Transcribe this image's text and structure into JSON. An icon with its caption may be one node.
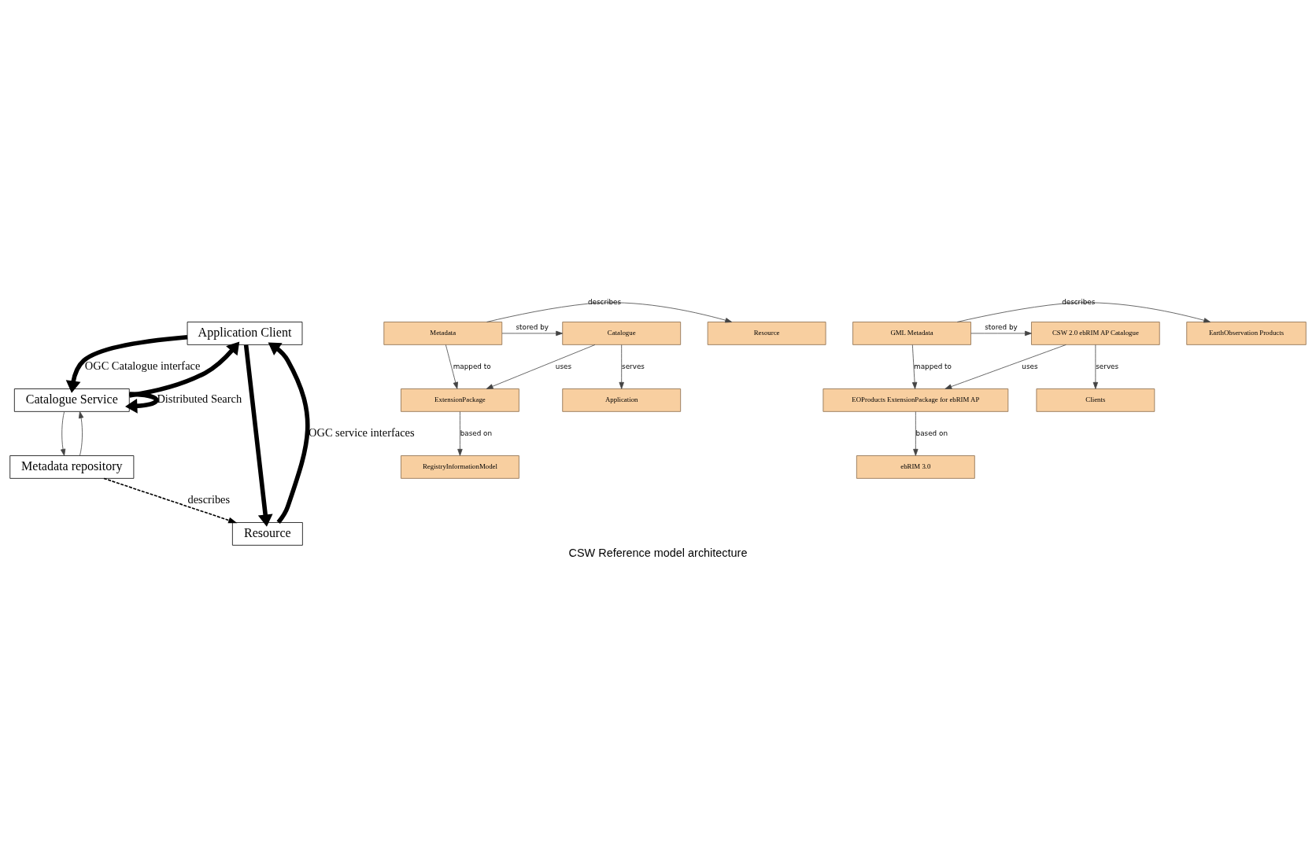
{
  "diagram": {
    "caption": "CSW Reference model architecture",
    "nodes": [
      {
        "text": [
          "Application Client"
        ]
      },
      {
        "text": [
          "Catalogue Service"
        ]
      },
      {
        "text": [
          "Metadata repository"
        ]
      },
      {
        "text": [
          "Resource"
        ]
      },
      {
        "text": [
          "Application"
        ]
      },
      {
        "text": [
          "Resource"
        ]
      },
      {
        "text": [
          "Metadata"
        ]
      },
      {
        "text": [
          "Catalogue"
        ]
      },
      {
        "text": [
          "ExtensionPackage"
        ]
      },
      {
        "text": [
          "RegistryInformationModel"
        ]
      },
      {
        "text": [
          "Clients"
        ]
      },
      {
        "text": [
          "EarthObservation Products"
        ]
      },
      {
        "text": [
          "GML Metadata"
        ]
      },
      {
        "text": [
          "CSW 2.0 ebRIM AP Catalogue"
        ]
      },
      {
        "text": [
          "EOProducts ExtensionPackage for ebRIM AP"
        ]
      },
      {
        "text": [
          "ebRIM 3.0"
        ]
      }
    ],
    "edges": [
      {
        "from": 0,
        "to": 1,
        "arrow": "to",
        "style": "thick",
        "label": "OGC Catalogue interface"
      },
      {
        "from": 1,
        "to": 0,
        "arrow": "to",
        "style": "thick"
      },
      {
        "from": 1,
        "to": 1,
        "arrow": "to",
        "style": "thick",
        "label": "Distributed Search"
      },
      {
        "from": 1,
        "to": 2,
        "arrow": "to"
      },
      {
        "from": 2,
        "to": 1,
        "arrow": "to"
      },
      {
        "from": 2,
        "to": 3,
        "arrow": "to",
        "style": "dashed",
        "label": "describes"
      },
      {
        "from": 3,
        "to": 0,
        "arrow": "to",
        "style": "thick",
        "label": "OGC service interfaces"
      },
      {
        "from": 0,
        "to": 3,
        "arrow": "to",
        "style": "thick"
      },
      {
        "from": 7,
        "to": 4,
        "arrow": "to",
        "label": "serves"
      },
      {
        "from": 6,
        "to": 5,
        "arrow": "to",
        "label": "describes"
      },
      {
        "from": 6,
        "to": 7,
        "arrow": "to",
        "label": "stored by"
      },
      {
        "from": 7,
        "to": 8,
        "arrow": "to",
        "label": "uses"
      },
      {
        "from": 6,
        "to": 8,
        "arrow": "to",
        "label": "mapped to"
      },
      {
        "from": 8,
        "to": 9,
        "arrow": "to",
        "label": "based on"
      },
      {
        "from": 13,
        "to": 10,
        "arrow": "to",
        "label": "serves"
      },
      {
        "from": 12,
        "to": 11,
        "arrow": "to",
        "label": "describes"
      },
      {
        "from": 12,
        "to": 13,
        "arrow": "to",
        "label": "stored by"
      },
      {
        "from": 13,
        "to": 14,
        "arrow": "to",
        "label": "uses"
      },
      {
        "from": 12,
        "to": 14,
        "arrow": "to",
        "label": "mapped to"
      },
      {
        "from": 14,
        "to": 15,
        "arrow": "to",
        "label": "based on"
      }
    ]
  }
}
